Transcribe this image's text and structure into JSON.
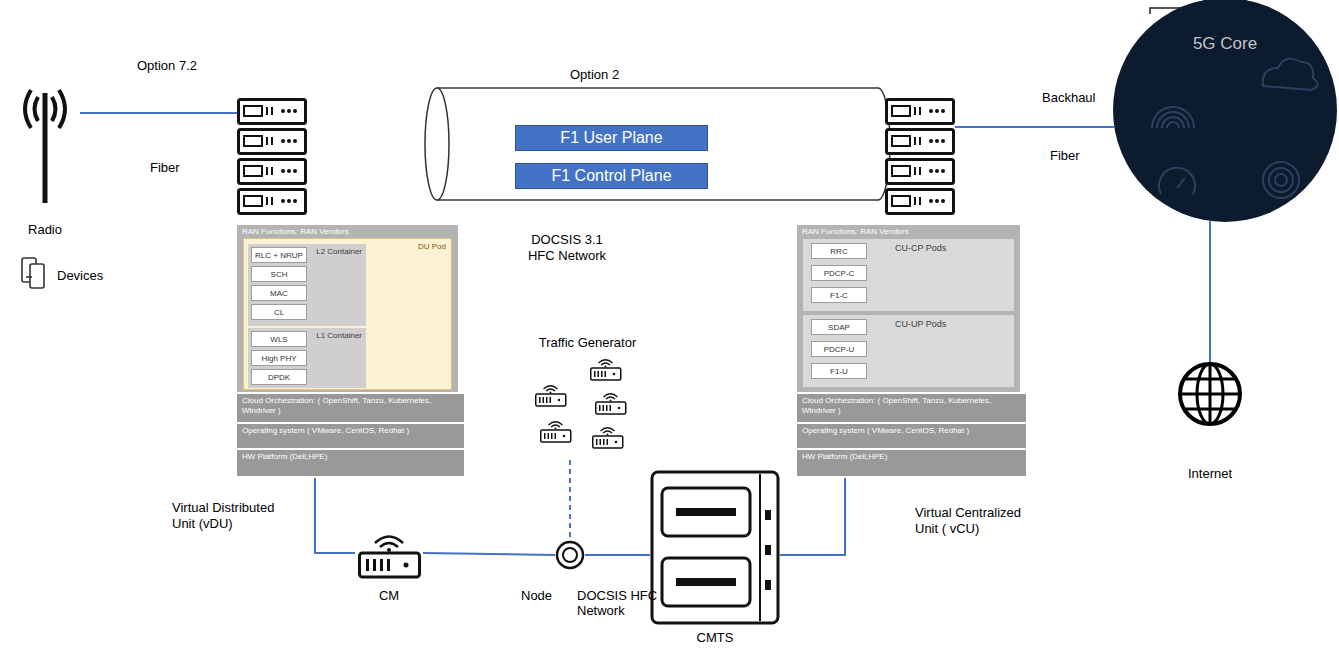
{
  "diagram": {
    "nodes": [
      {
        "text": [
          "Radio"
        ]
      },
      {
        "text": [
          "Virtual Distributed Unit (vDU)"
        ]
      },
      {
        "text": [
          "RAN Functions: RAN Vendors"
        ],
        "in": 1
      },
      {
        "text": [
          "DU Pod"
        ],
        "in": 2
      },
      {
        "text": [
          "L2 Container"
        ],
        "in": 3
      },
      {
        "text": [
          "RLC + NRUP"
        ],
        "in": 4
      },
      {
        "text": [
          "SCH"
        ],
        "in": 4
      },
      {
        "text": [
          "MAC"
        ],
        "in": 4
      },
      {
        "text": [
          "CL"
        ],
        "in": 4
      },
      {
        "text": [
          "L1 Container"
        ],
        "in": 3
      },
      {
        "text": [
          "WLS"
        ],
        "in": 9
      },
      {
        "text": [
          "High PHY"
        ],
        "in": 9
      },
      {
        "text": [
          "DPDK"
        ],
        "in": 9
      },
      {
        "text": [
          "Cloud Orchestration: ( OpenShift, Tanzu, Kubernetes, Windriver )"
        ],
        "in": 1
      },
      {
        "text": [
          "Operating system ( VMware, CentOS, Redhat )"
        ],
        "in": 1
      },
      {
        "text": [
          "HW Platform (Dell,HPE)"
        ],
        "in": 1
      },
      {
        "text": [
          "Option 2"
        ]
      },
      {
        "text": [
          "F1 User Plane"
        ],
        "in": 16
      },
      {
        "text": [
          "F1 Control Plane"
        ],
        "in": 16
      },
      {
        "text": [
          "Traffic Generator"
        ]
      },
      {
        "text": [
          "Virtual Centralized Unit ( vCU)"
        ]
      },
      {
        "text": [
          "RAN Functions: RAN Vendors"
        ],
        "in": 20
      },
      {
        "text": [
          "CU-CP Pods"
        ],
        "in": 21
      },
      {
        "text": [
          "RRC"
        ],
        "in": 22
      },
      {
        "text": [
          "PDCP-C"
        ],
        "in": 22
      },
      {
        "text": [
          "F1-C"
        ],
        "in": 22
      },
      {
        "text": [
          "CU-UP Pods"
        ],
        "in": 21
      },
      {
        "text": [
          "SDAP"
        ],
        "in": 26
      },
      {
        "text": [
          "PDCP-U"
        ],
        "in": 26
      },
      {
        "text": [
          "F1-U"
        ],
        "in": 26
      },
      {
        "text": [
          "Cloud Orchestration: ( OpenShift, Tanzu, Kubernetes, Windriver )"
        ],
        "in": 20
      },
      {
        "text": [
          "Operating system ( VMware, CentOS, Redhat )"
        ],
        "in": 20
      },
      {
        "text": [
          "HW Platform (Dell,HPE)"
        ],
        "in": 20
      },
      {
        "text": [
          "5G Core"
        ]
      },
      {
        "text": [
          "CM"
        ]
      },
      {
        "text": [
          "Node",
          "DOCSIS HFC Network"
        ]
      },
      {
        "text": [
          "CMTS"
        ]
      },
      {
        "text": [
          "Internet"
        ]
      }
    ],
    "edges": [
      {
        "from": 0,
        "to": 1,
        "arrow": "none",
        "label": "Option 7.2"
      },
      {
        "from": 1,
        "to": 34,
        "arrow": "none"
      },
      {
        "from": 34,
        "to": 35,
        "arrow": "none"
      },
      {
        "from": 19,
        "to": 35,
        "arrow": "none"
      },
      {
        "from": 35,
        "to": 36,
        "arrow": "none"
      },
      {
        "from": 36,
        "to": 20,
        "arrow": "none"
      },
      {
        "from": 20,
        "to": 33,
        "arrow": "none",
        "label": "Backhaul"
      },
      {
        "from": 33,
        "to": 37,
        "arrow": "none"
      }
    ],
    "labels": [
      "Fiber",
      "Fiber",
      "DOCSIS 3.1 HFC Network",
      "Devices"
    ]
  }
}
